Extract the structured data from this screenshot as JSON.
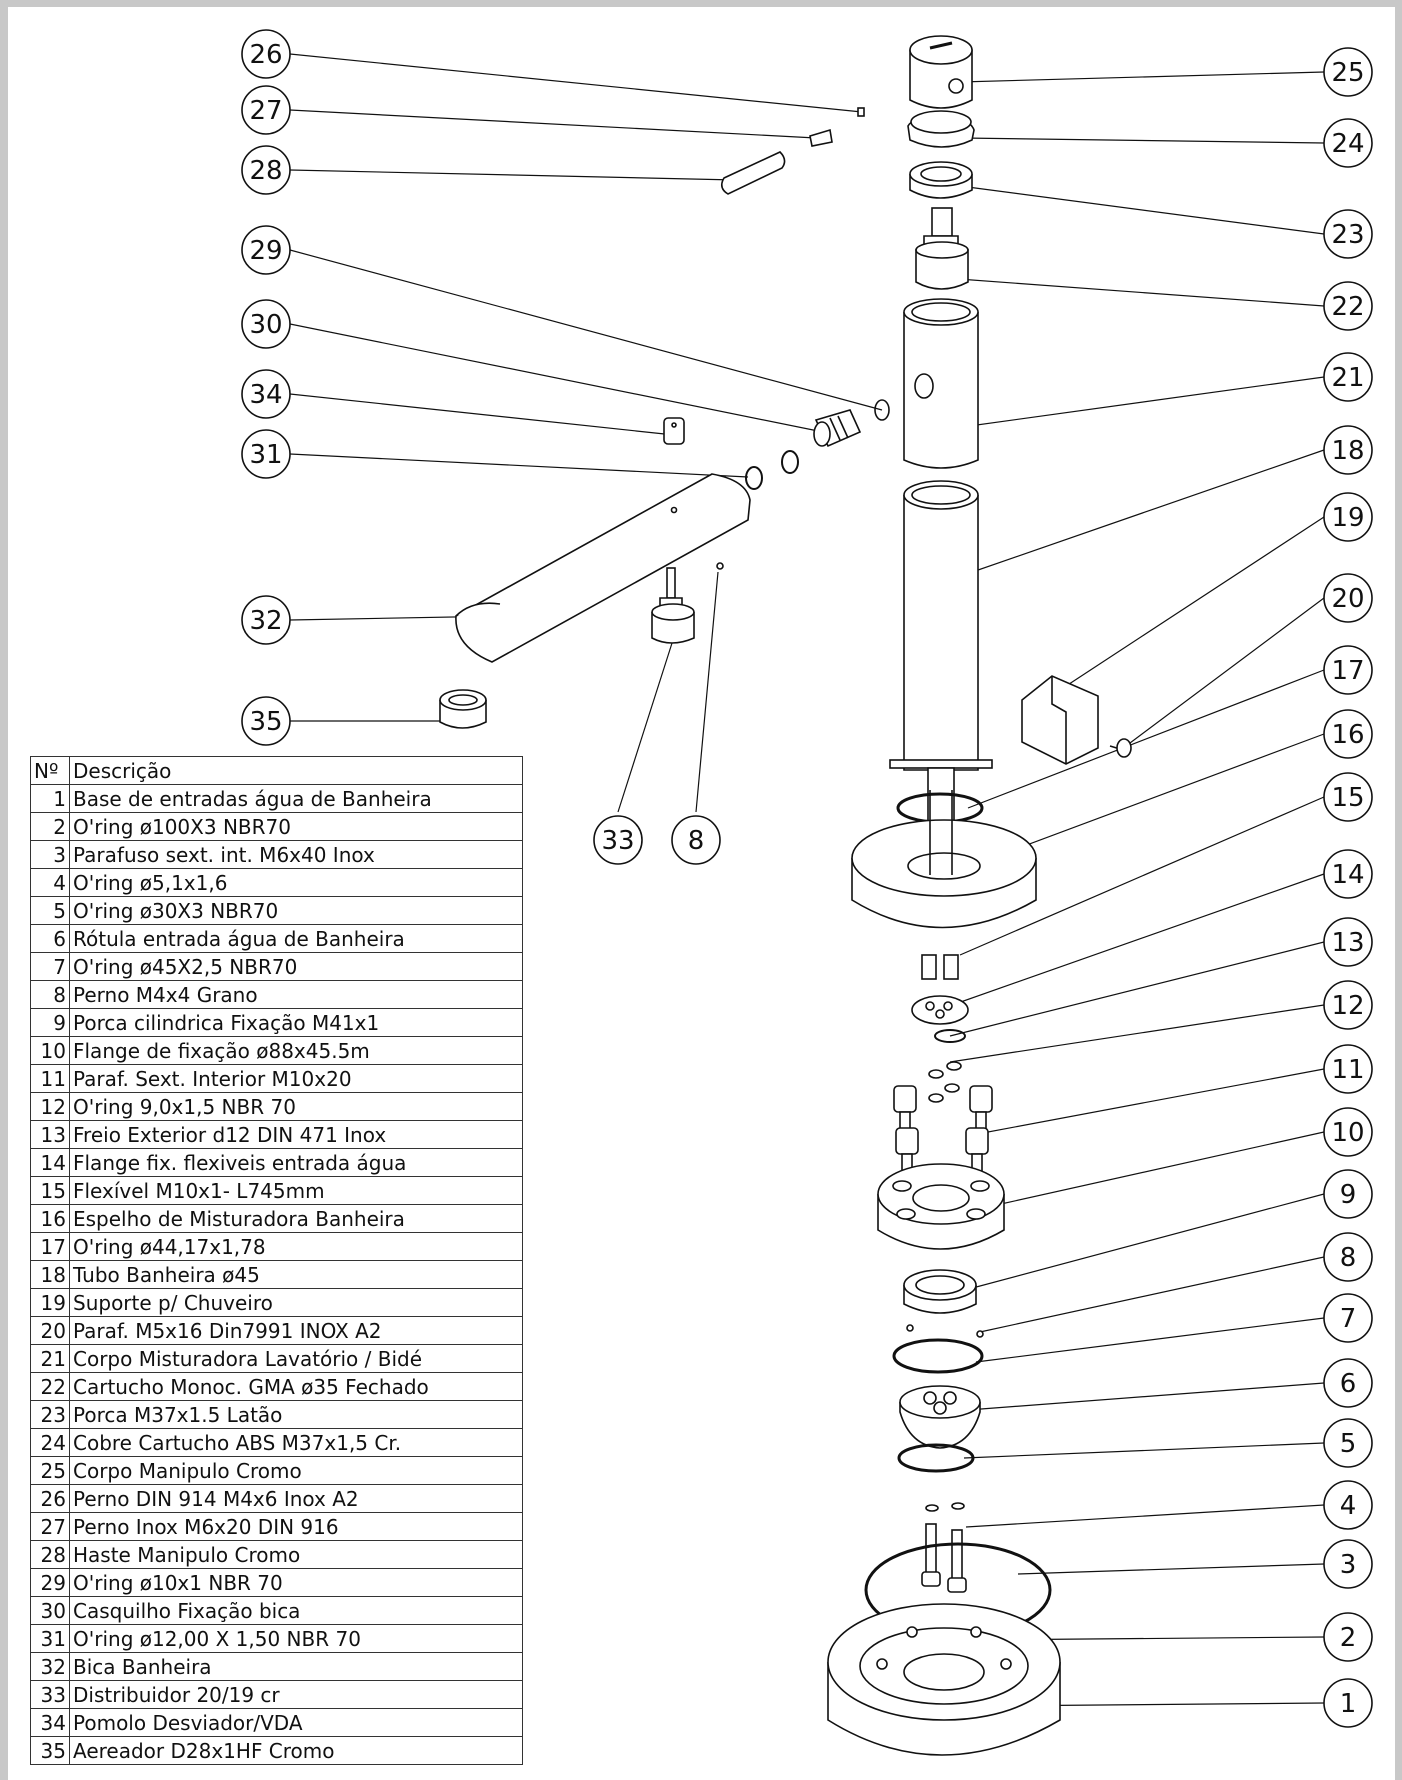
{
  "table": {
    "header": {
      "num": "Nº",
      "desc": "Descrição"
    },
    "rows": [
      {
        "num": "1",
        "desc": "Base de entradas água de Banheira"
      },
      {
        "num": "2",
        "desc": "O'ring ø100X3  NBR70"
      },
      {
        "num": "3",
        "desc": "Parafuso sext. int. M6x40 Inox"
      },
      {
        "num": "4",
        "desc": "O'ring ø5,1x1,6"
      },
      {
        "num": "5",
        "desc": "O'ring ø30X3  NBR70"
      },
      {
        "num": "6",
        "desc": "Rótula entrada água de Banheira"
      },
      {
        "num": "7",
        "desc": "O'ring ø45X2,5  NBR70"
      },
      {
        "num": "8",
        "desc": "Perno M4x4 Grano"
      },
      {
        "num": "9",
        "desc": "Porca cilindrica Fixação M41x1"
      },
      {
        "num": "10",
        "desc": "Flange de fixação ø88x45.5m"
      },
      {
        "num": "11",
        "desc": "Paraf. Sext. Interior M10x20"
      },
      {
        "num": "12",
        "desc": "O'ring 9,0x1,5 NBR 70"
      },
      {
        "num": "13",
        "desc": "Freio Exterior d12 DIN 471 Inox"
      },
      {
        "num": "14",
        "desc": "Flange fix. flexiveis entrada água"
      },
      {
        "num": "15",
        "desc": "Flexível M10x1-  L745mm"
      },
      {
        "num": "16",
        "desc": "Espelho de Misturadora Banheira"
      },
      {
        "num": "17",
        "desc": "O'ring ø44,17x1,78"
      },
      {
        "num": "18",
        "desc": "Tubo Banheira ø45"
      },
      {
        "num": "19",
        "desc": "Suporte p/ Chuveiro"
      },
      {
        "num": "20",
        "desc": "Paraf. M5x16 Din7991 INOX A2"
      },
      {
        "num": "21",
        "desc": "Corpo Misturadora Lavatório / Bidé"
      },
      {
        "num": "22",
        "desc": "Cartucho Monoc. GMA ø35 Fechado"
      },
      {
        "num": "23",
        "desc": "Porca M37x1.5 Latão"
      },
      {
        "num": "24",
        "desc": "Cobre Cartucho ABS M37x1,5 Cr."
      },
      {
        "num": "25",
        "desc": "Corpo Manipulo Cromo"
      },
      {
        "num": "26",
        "desc": "Perno DIN 914 M4x6 Inox A2"
      },
      {
        "num": "27",
        "desc": "Perno Inox M6x20 DIN 916"
      },
      {
        "num": "28",
        "desc": "Haste Manipulo Cromo"
      },
      {
        "num": "29",
        "desc": "O'ring ø10x1 NBR 70"
      },
      {
        "num": "30",
        "desc": "Casquilho Fixação bica"
      },
      {
        "num": "31",
        "desc": "O'ring ø12,00 X 1,50 NBR 70"
      },
      {
        "num": "32",
        "desc": "Bica Banheira"
      },
      {
        "num": "33",
        "desc": "Distribuidor 20/19 cr"
      },
      {
        "num": "34",
        "desc": "Pomolo Desviador/VDA"
      },
      {
        "num": "35",
        "desc": "Aereador D28x1HF Cromo"
      }
    ]
  },
  "balloons": {
    "b1": "1",
    "b2": "2",
    "b3": "3",
    "b4": "4",
    "b5": "5",
    "b6": "6",
    "b7": "7",
    "b8": "8",
    "b9": "9",
    "b10": "10",
    "b11": "11",
    "b12": "12",
    "b13": "13",
    "b14": "14",
    "b15": "15",
    "b16": "16",
    "b17": "17",
    "b18": "18",
    "b19": "19",
    "b20": "20",
    "b21": "21",
    "b22": "22",
    "b23": "23",
    "b24": "24",
    "b25": "25",
    "b26": "26",
    "b27": "27",
    "b28": "28",
    "b29": "29",
    "b30": "30",
    "b31": "31",
    "b32": "32",
    "b33": "33",
    "b34": "34",
    "b35": "35",
    "b8b": "8"
  },
  "colors": {
    "frame": "#c8c8c8",
    "line": "#111111"
  }
}
